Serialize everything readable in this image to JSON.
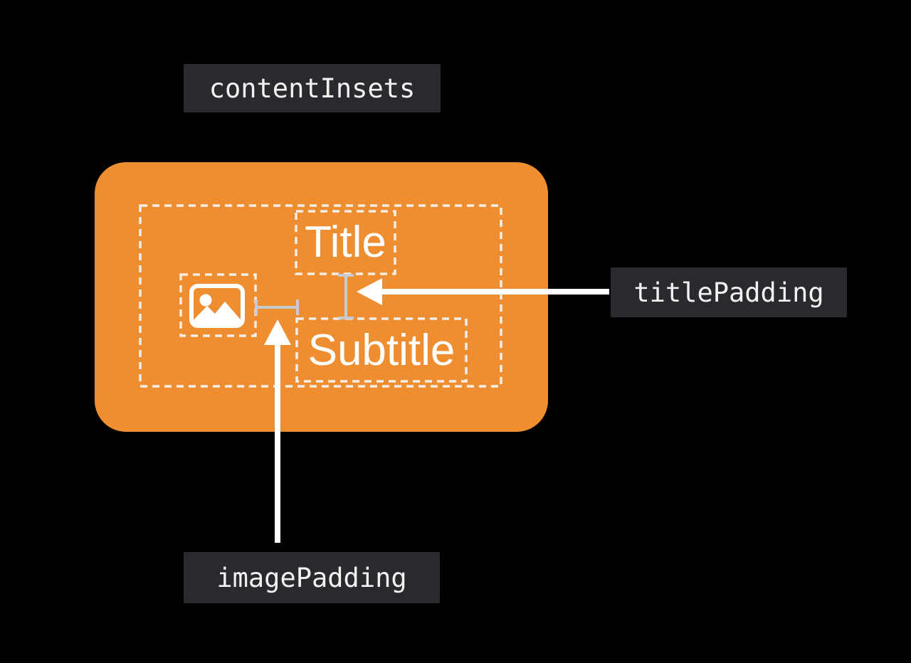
{
  "labels": {
    "content_insets": "contentInsets",
    "title_padding": "titlePadding",
    "image_padding": "imagePadding"
  },
  "card": {
    "title": "Title",
    "subtitle": "Subtitle",
    "image_icon": "photo-icon"
  },
  "colors": {
    "background": "#000000",
    "card_orange": "#EE8E30",
    "label_bg": "#2A2A2E",
    "label_text": "#F2F2F2",
    "content_text": "#FFFFFF",
    "dash_line": "#F3EEE7",
    "measure_line": "#C7CBD1",
    "arrow": "#FFFFFF"
  }
}
